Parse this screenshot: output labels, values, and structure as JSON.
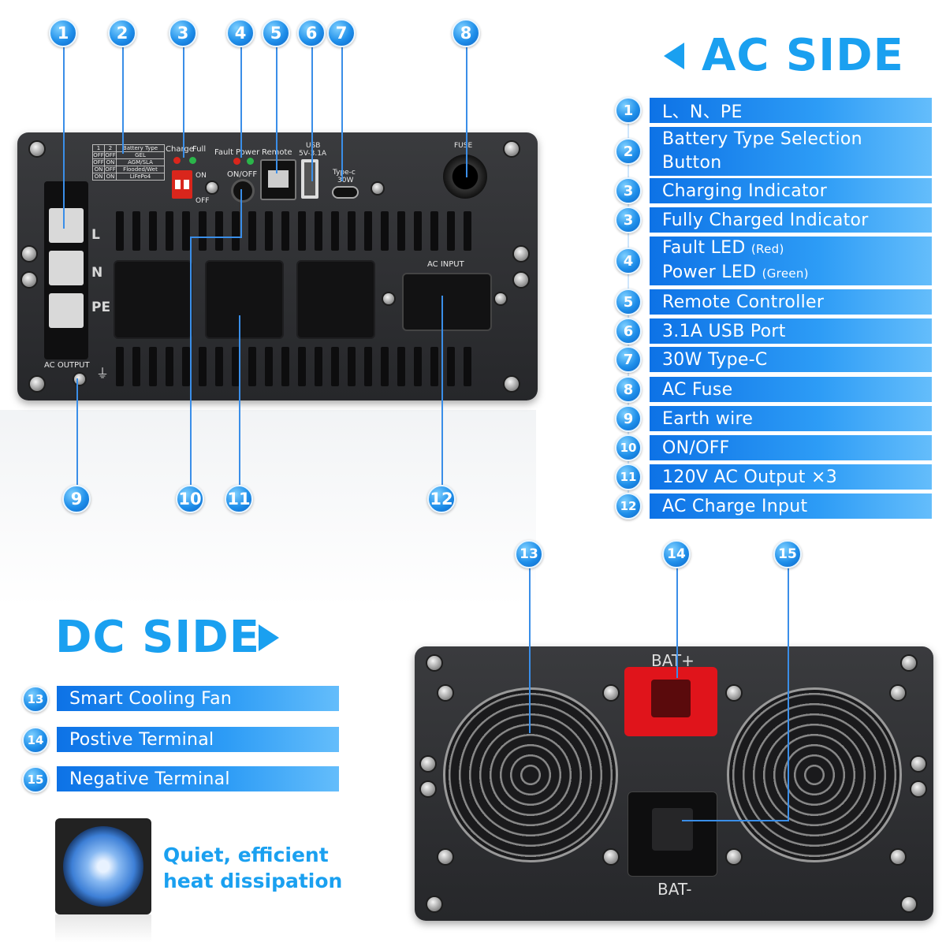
{
  "ac_side": {
    "title": "AC SIDE",
    "items": [
      {
        "num": "1",
        "label": "L、N、PE"
      },
      {
        "num": "2",
        "label_line1": "Battery Type Selection",
        "label_line2": "Button"
      },
      {
        "num": "3",
        "label": "Charging Indicator"
      },
      {
        "num": "3",
        "label": "Fully Charged Indicator"
      },
      {
        "num": "4",
        "label_line1": "Fault LED",
        "note1": "(Red)",
        "label_line2": "Power LED",
        "note2": "(Green)"
      },
      {
        "num": "5",
        "label": "Remote Controller"
      },
      {
        "num": "6",
        "label": "3.1A USB Port"
      },
      {
        "num": "7",
        "label": "30W Type-C"
      },
      {
        "num": "8",
        "label": "AC Fuse"
      },
      {
        "num": "9",
        "label": "Earth wire"
      },
      {
        "num": "10",
        "label": "ON/OFF"
      },
      {
        "num": "11",
        "label": "120V AC Output ×3"
      },
      {
        "num": "12",
        "label": "AC Charge Input"
      }
    ]
  },
  "dc_side": {
    "title": "DC SIDE",
    "items": [
      {
        "num": "13",
        "label": "Smart Cooling Fan"
      },
      {
        "num": "14",
        "label": "Postive Terminal"
      },
      {
        "num": "15",
        "label": "Negative Terminal"
      }
    ],
    "fan_caption_line1": "Quiet, efficient",
    "fan_caption_line2": "heat dissipation"
  },
  "ac_panel": {
    "terminal_l": "L",
    "terminal_n": "N",
    "terminal_pe": "PE",
    "ac_output": "AC OUTPUT",
    "charge": "Charge",
    "full": "Full",
    "fault": "Fault",
    "power": "Power",
    "remote": "Remote",
    "on": "ON",
    "off": "OFF",
    "on_off": "ON/OFF",
    "usb": "USB",
    "usb_spec": "5V-3.1A",
    "typec": "Type-c",
    "typec_spec": "30W",
    "fuse": "FUSE",
    "ac_input": "AC INPUT",
    "battery_table": {
      "header": [
        "1",
        "2",
        "Battery Type"
      ],
      "rows": [
        [
          "OFF",
          "OFF",
          "GEL"
        ],
        [
          "OFF",
          "ON",
          "AGM/SLA"
        ],
        [
          "ON",
          "OFF",
          "Flooded/Wet"
        ],
        [
          "ON",
          "ON",
          "LiFePo4"
        ]
      ]
    }
  },
  "dc_panel": {
    "bat_pos": "BAT+",
    "bat_neg": "BAT-"
  },
  "callouts_top": [
    "1",
    "2",
    "3",
    "4",
    "5",
    "6",
    "7",
    "8"
  ],
  "callouts_bottom": [
    "9",
    "10",
    "11",
    "12"
  ],
  "callouts_dc": [
    "13",
    "14",
    "15"
  ],
  "colors": {
    "accent": "#1f8fea",
    "bar": "#2d9cf6",
    "title": "#1aa0f0",
    "terminal_red": "#e0141b"
  }
}
